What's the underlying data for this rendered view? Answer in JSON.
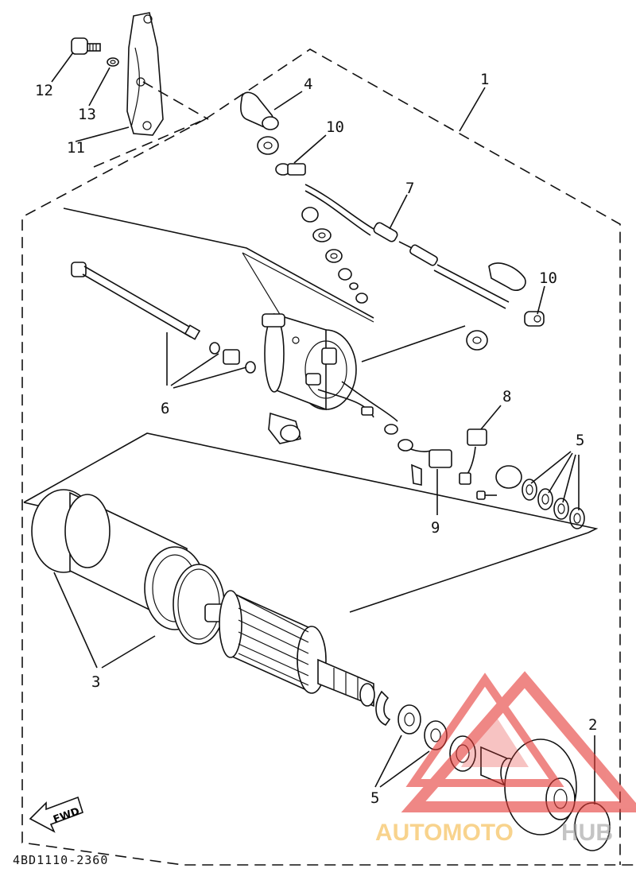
{
  "diagram": {
    "drawing_code": "4BD1110-2360",
    "fwd_label": "FWD",
    "callouts": {
      "c1": "1",
      "c2": "2",
      "c3": "3",
      "c4": "4",
      "c5a": "5",
      "c5b": "5",
      "c6": "6",
      "c7": "7",
      "c8": "8",
      "c9": "9",
      "c10a": "10",
      "c10b": "10",
      "c11": "11",
      "c12": "12",
      "c13": "13"
    }
  },
  "watermark": {
    "word_part1": "AUTOMOTO",
    "word_part2": "HUB",
    "colors": {
      "triangle": "#e53935",
      "part1": "#f5b642",
      "part2": "#9e9e9e"
    }
  }
}
